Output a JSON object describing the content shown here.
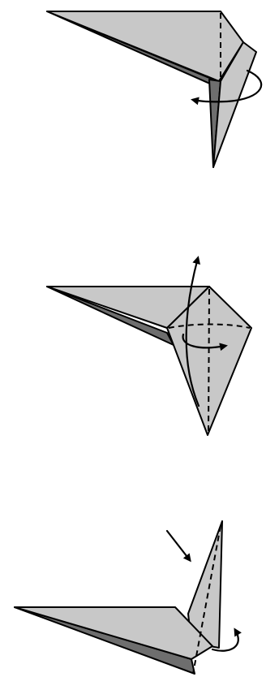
{
  "colors": {
    "paper": "#c8c8c8",
    "paper_shadow": "#6e6e6e",
    "ink": "#000000",
    "background": "#ffffff"
  },
  "steps": [
    {
      "id": "step-1",
      "instruction_symbols": [
        "valley-fold-line",
        "turn-over-arrow"
      ]
    },
    {
      "id": "step-2",
      "instruction_symbols": [
        "valley-fold-lines",
        "fold-up-arrow",
        "rotate-arrow"
      ]
    },
    {
      "id": "step-3",
      "instruction_symbols": [
        "push-arrow",
        "valley-fold-line",
        "curl-arrow"
      ]
    }
  ]
}
